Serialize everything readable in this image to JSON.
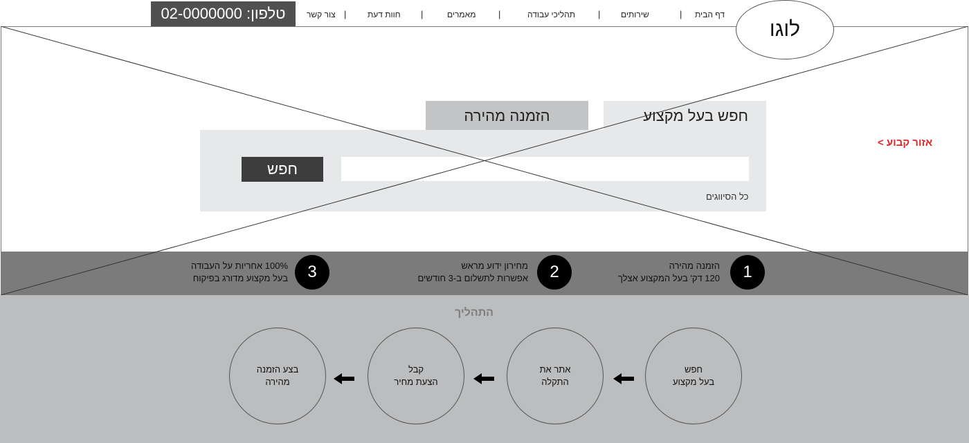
{
  "header": {
    "phone_label": "טלפון: 02-0000000",
    "logo_text": "לוגו",
    "nav": [
      "דף הבית",
      "שירותים",
      "תהליכי עבודה",
      "מאמרים",
      "חוות דעת",
      "צור קשר"
    ]
  },
  "hero": {
    "fixed_area_link": "אזור קבוע >",
    "search": {
      "tab_search": "חפש בעל מקצוע",
      "tab_quick_order": "הזמנה מהירה",
      "input_value": "",
      "input_placeholder": "",
      "button_label": "חפש",
      "all_categories": "כל הסיווגים"
    }
  },
  "features": [
    {
      "number": "1",
      "line1": "הזמנה מהירה",
      "line2": "120 דק' בעל המקצוע אצלך"
    },
    {
      "number": "2",
      "line1": "מחירון ידוע מראש",
      "line2": "אפשרות לתשלום ב-3 חודשים"
    },
    {
      "number": "3",
      "line1": "100% אחריות על העבודה",
      "line2": "בעל מקצוע מדורג בפיקוח"
    }
  ],
  "process": {
    "title": "התהליך",
    "steps": [
      {
        "label": "חפש\nבעל מקצוע"
      },
      {
        "label": "אתר את\nהתקלה"
      },
      {
        "label": "קבל\nהצעת מחיר"
      },
      {
        "label": "בצע הזמנה\nמהירה"
      }
    ]
  },
  "colors": {
    "accent_red": "#e0262b",
    "phone_bg": "#505050",
    "features_bg": "#7b7b7b",
    "process_bg": "#bcbdbe",
    "panel_bg": "#e7e8e9",
    "tab_inactive_bg": "#c3c4c5",
    "button_bg": "#3d3d3d"
  },
  "icons": {
    "process_arrow": "arrow-left-icon",
    "image_placeholder": "image-placeholder-icon"
  }
}
